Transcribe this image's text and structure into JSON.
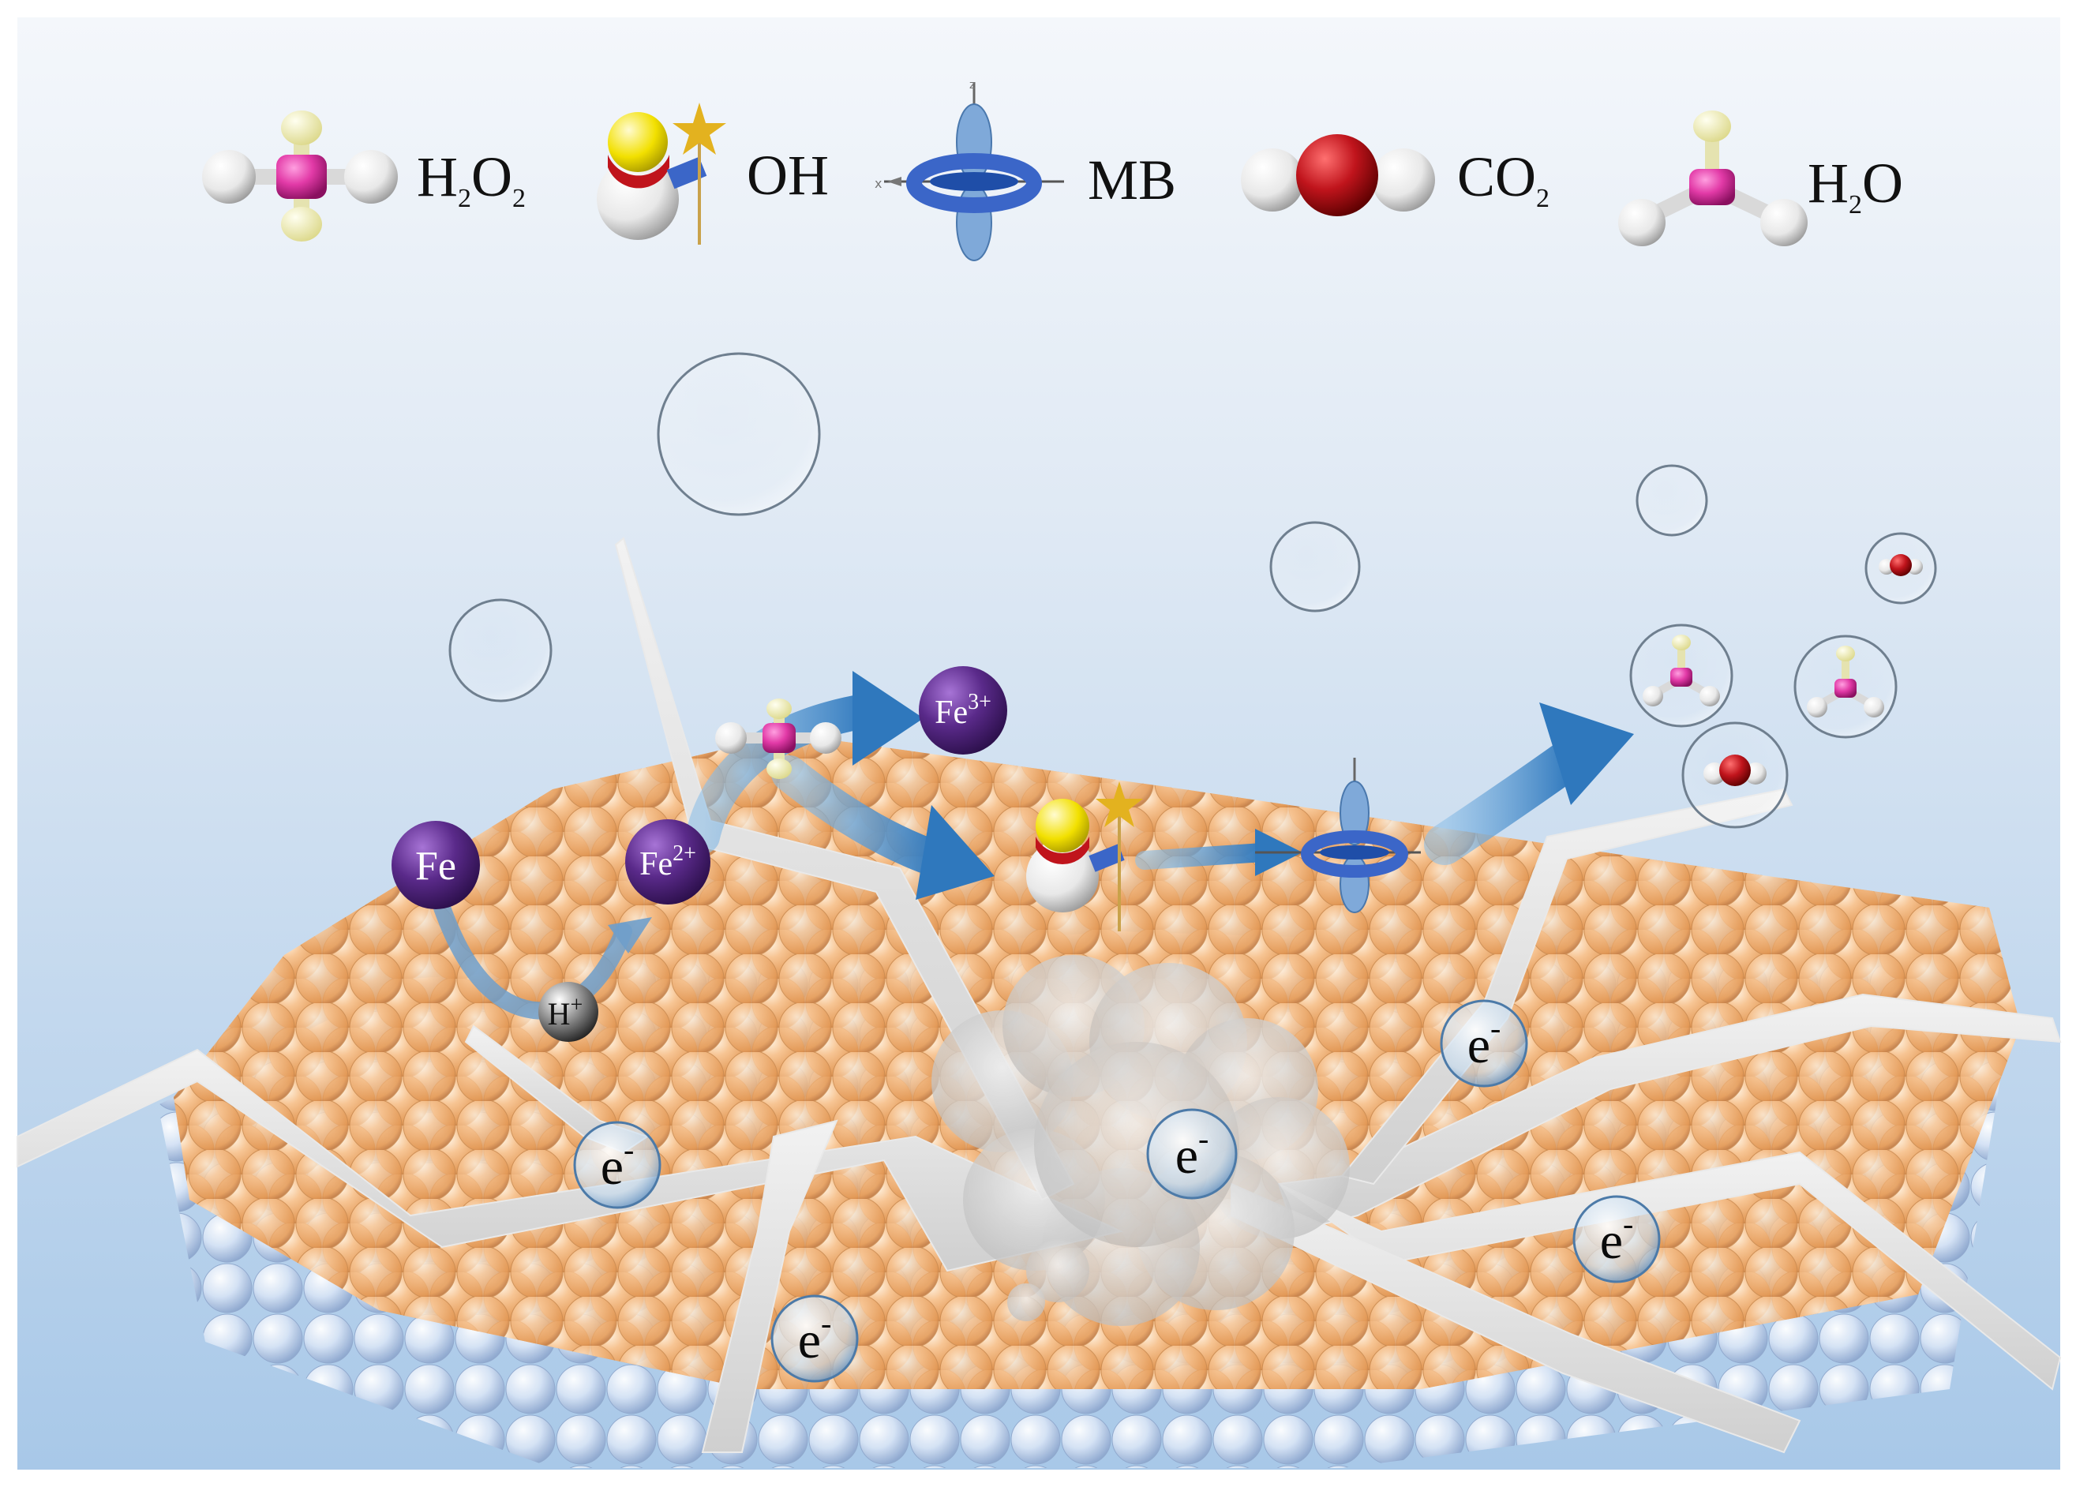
{
  "legend": {
    "h2o2": {
      "main": "H",
      "sub1": "2",
      "mid": "O",
      "sub2": "2"
    },
    "oh": {
      "label": "OH"
    },
    "mb": {
      "label": "MB"
    },
    "co2": {
      "main": "CO",
      "sub": "2"
    },
    "h2o": {
      "main": "H",
      "sub": "2",
      "end": "O"
    }
  },
  "ions": {
    "fe": "Fe",
    "fe2": {
      "base": "Fe",
      "charge": "2+"
    },
    "fe3": {
      "base": "Fe",
      "charge": "3+"
    },
    "h": {
      "base": "H",
      "charge": "+"
    }
  },
  "electron": {
    "base": "e",
    "charge": "-"
  },
  "colors": {
    "background_top": "#eef3f9",
    "background_bottom": "#a9c9e8",
    "copper_sphere": "#f2b47d",
    "lower_sphere": "#c9d9f0",
    "iron_ion": "#5a2a8a",
    "arrow_blue": "#3f86c4",
    "h2o2_center": "#e23aa7",
    "oxygen_red": "#c0141c",
    "oh_yellow": "#f2e000",
    "mb_blue": "#3b66c8"
  }
}
